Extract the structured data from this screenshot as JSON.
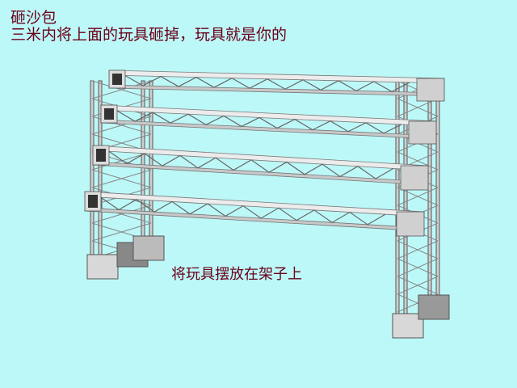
{
  "slide": {
    "title": "砸沙包",
    "rule": "三米内将上面的玩具砸掉，玩具就是你的",
    "caption": "将玩具摆放在架子上"
  },
  "colors": {
    "background": "#bdf8f8",
    "text": "#6b0018",
    "truss_light": "#e8e8e8",
    "truss_mid": "#b0b0b0",
    "truss_dark": "#404040"
  }
}
